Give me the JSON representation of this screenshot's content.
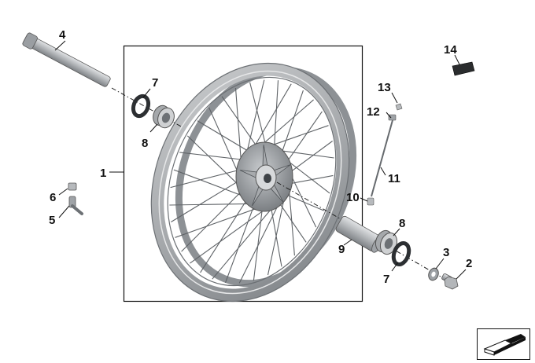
{
  "diagram": {
    "callouts": {
      "c1": "1",
      "c2": "2",
      "c3": "3",
      "c4": "4",
      "c5": "5",
      "c6": "6",
      "c7a": "7",
      "c7b": "7",
      "c8a": "8",
      "c8b": "8",
      "c9": "9",
      "c10": "10",
      "c11": "11",
      "c12": "12",
      "c13": "13",
      "c14": "14"
    },
    "colors": {
      "rim": "#a9acae",
      "rim_dark": "#7c8084",
      "hub": "#8e9296",
      "spoke": "#5e6266",
      "part": "#b4b7ba",
      "line": "#111111"
    }
  }
}
